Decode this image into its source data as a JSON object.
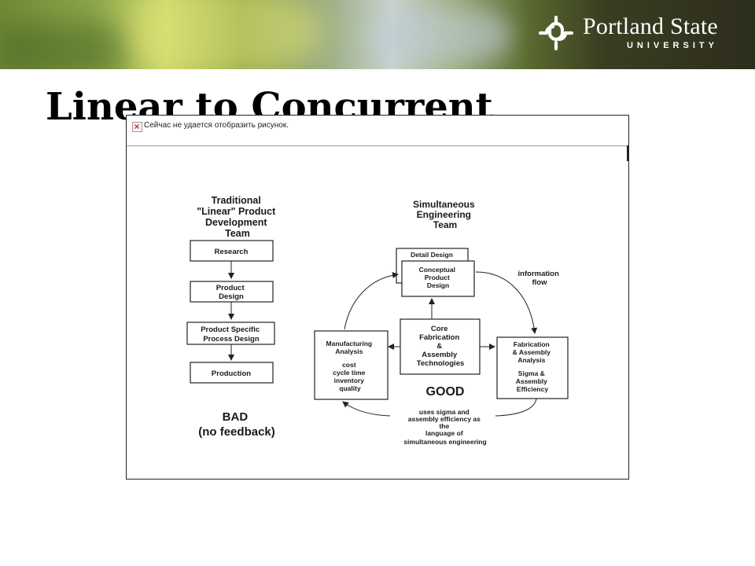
{
  "header": {
    "logo_name": "Portland State",
    "logo_sub": "UNIVERSITY"
  },
  "slide": {
    "title": "Linear to Concurrent"
  },
  "image_placeholder": {
    "message": "Сейчас не удается отобразить рисунок."
  },
  "diagram": {
    "left_title": [
      "Traditional",
      "\"Linear\" Product",
      "Development",
      "Team"
    ],
    "left_steps": [
      [
        "Research"
      ],
      [
        "Product",
        "Design"
      ],
      [
        "Product Specific",
        "Process Design"
      ],
      [
        "Production"
      ]
    ],
    "left_verdict": [
      "BAD",
      "(no feedback)"
    ],
    "right_title": [
      "Simultaneous",
      "Engineering",
      "Team"
    ],
    "detail_design": "Detail Design",
    "conceptual": [
      "Conceptual",
      "Product",
      "Design"
    ],
    "core": [
      "Core",
      "Fabrication",
      "&",
      "Assembly",
      "Technologies"
    ],
    "manufacturing": [
      "Manufacturing",
      "Analysis",
      "",
      "cost",
      "cycle time",
      "inventory",
      "quality"
    ],
    "fabrication": [
      "Fabrication",
      "& Assembly",
      "Analysis",
      "",
      "Sigma &",
      "Assembly",
      "Efficiency"
    ],
    "info_flow": [
      "information",
      "flow"
    ],
    "right_verdict": "GOOD",
    "bottom_note": [
      "uses sigma and",
      "assembly efficiency as",
      "the",
      "language of",
      "simultaneous engineering"
    ]
  }
}
